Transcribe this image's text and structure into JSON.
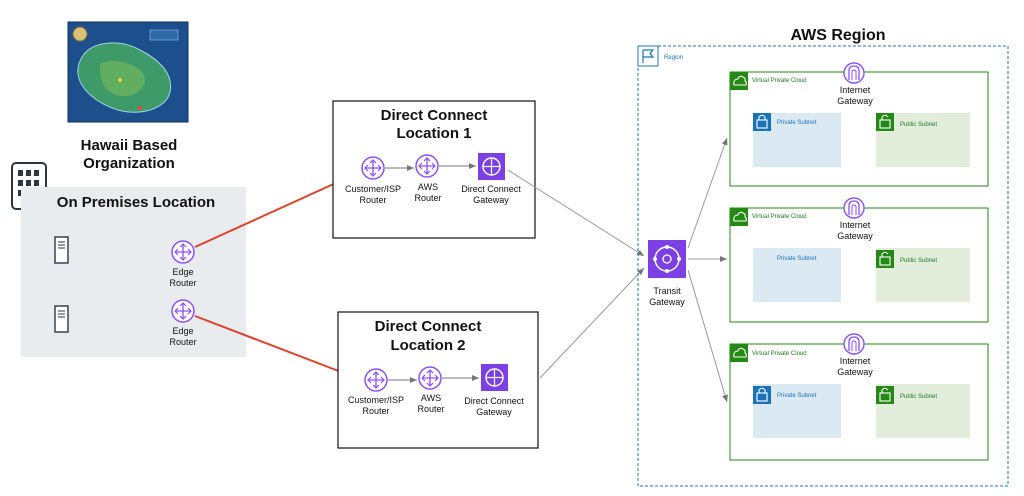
{
  "org": {
    "line1": "Hawaii Based",
    "line2": "Organization"
  },
  "onprem": {
    "title": "On Premises Location",
    "routers": [
      {
        "line1": "Edge",
        "line2": "Router"
      },
      {
        "line1": "Edge",
        "line2": "Router"
      }
    ]
  },
  "dc1": {
    "title_line1": "Direct Connect",
    "title_line2": "Location 1",
    "customer_router": {
      "line1": "Customer/ISP",
      "line2": "Router"
    },
    "aws_router": {
      "line1": "AWS",
      "line2": "Router"
    },
    "gateway": {
      "line1": "Direct Connect",
      "line2": "Gateway"
    }
  },
  "dc2": {
    "title_line1": "Direct Connect",
    "title_line2": "Location 2",
    "customer_router": {
      "line1": "Customer/ISP",
      "line2": "Router"
    },
    "aws_router": {
      "line1": "AWS",
      "line2": "Router"
    },
    "gateway": {
      "line1": "Direct Connect",
      "line2": "Gateway"
    }
  },
  "aws": {
    "title": "AWS Region",
    "region_label": "Region",
    "transit": {
      "line1": "Transit",
      "line2": "Gateway"
    },
    "vpcs": [
      {
        "label": "Virtual Private Cloud",
        "igw_line1": "Internet",
        "igw_line2": "Gateway",
        "private": "Private Subnet",
        "public": "Public Subnet"
      },
      {
        "label": "Virtual Private Cloud",
        "igw_line1": "Internet",
        "igw_line2": "Gateway",
        "private": "Private Subnet",
        "public": "Public Subnet"
      },
      {
        "label": "Virtual Private Cloud",
        "igw_line1": "Internet",
        "igw_line2": "Gateway",
        "private": "Private Subnet",
        "public": "Public Subnet"
      }
    ]
  },
  "colors": {
    "router_purple": "#8c4fff",
    "gateway_purple": "#7b3fe4",
    "red_link": "#e0412a",
    "vpc_green": "#248814",
    "region_blue": "#1a73b8",
    "onprem_gray": "#e9ecef",
    "private_fill": "#dbe9f3",
    "public_fill": "#e2eedb"
  }
}
